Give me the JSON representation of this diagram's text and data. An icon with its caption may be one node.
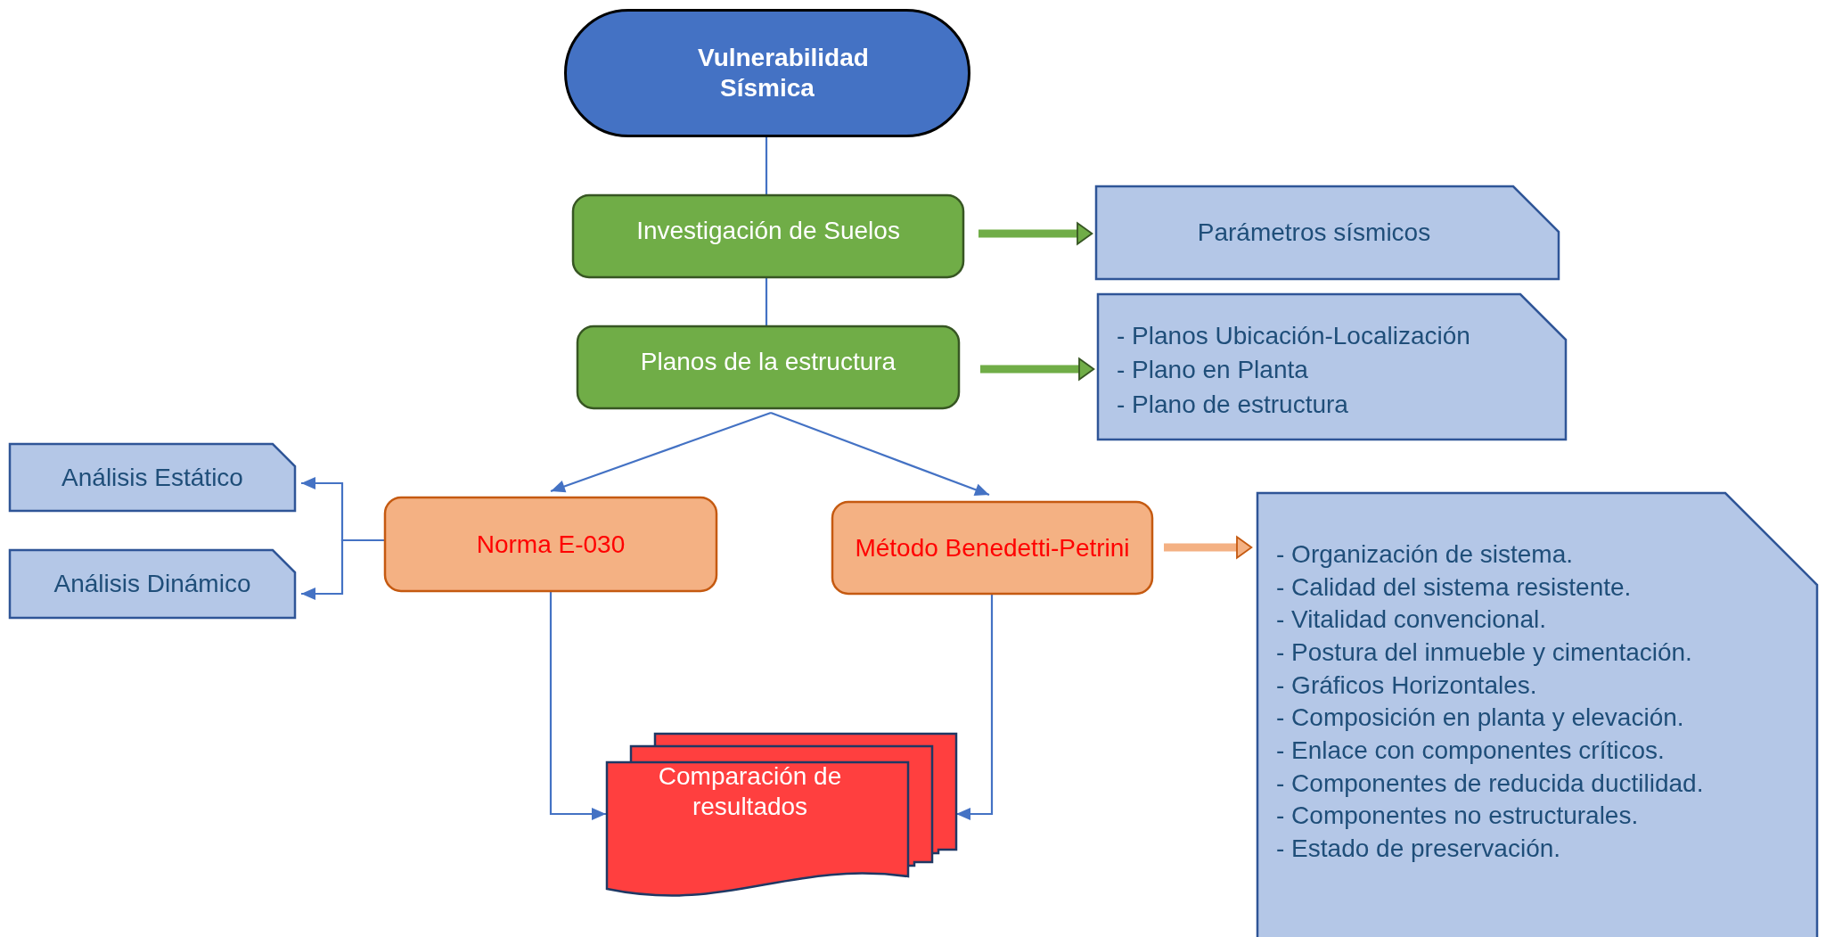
{
  "diagram": {
    "nodes": [
      {
        "text": [
          "Vulnerabilidad Sísmica"
        ]
      },
      {
        "text": [
          "Investigación de Suelos"
        ]
      },
      {
        "text": [
          "Parámetros sísmicos"
        ]
      },
      {
        "text": [
          "Planos de la estructura"
        ]
      },
      {
        "text": [
          "- Planos Ubicación-Localización",
          "- Plano en Planta",
          "- Plano de estructura"
        ]
      },
      {
        "text": [
          "Análisis Estático"
        ]
      },
      {
        "text": [
          "Análisis Dinámico"
        ]
      },
      {
        "text": [
          "Norma E-030"
        ]
      },
      {
        "text": [
          "Método Benedetti-Petrini"
        ]
      },
      {
        "text": [
          "- Organización de sistema.",
          "- Calidad del sistema resistente.",
          "- Vitalidad convencional.",
          "- Postura del inmueble y cimentación.",
          "- Gráficos Horizontales.",
          "- Composición en planta y elevación.",
          "- Enlace con componentes críticos.",
          "- Componentes de reducida ductilidad.",
          "- Componentes no estructurales.",
          "- Estado de preservación."
        ]
      },
      {
        "text": [
          "Comparación de resultados"
        ]
      }
    ],
    "edges": [
      {
        "from": 0,
        "to": 1,
        "arrow": "none"
      },
      {
        "from": 1,
        "to": 3,
        "arrow": "none"
      },
      {
        "from": 1,
        "to": 2,
        "arrow": "to",
        "style": "thick",
        "color": "#70ad47"
      },
      {
        "from": 3,
        "to": 4,
        "arrow": "to",
        "style": "thick",
        "color": "#70ad47"
      },
      {
        "from": 3,
        "to": 7,
        "arrow": "to"
      },
      {
        "from": 3,
        "to": 8,
        "arrow": "to"
      },
      {
        "from": 7,
        "to": 5,
        "arrow": "to"
      },
      {
        "from": 7,
        "to": 6,
        "arrow": "to"
      },
      {
        "from": 7,
        "to": 10,
        "arrow": "to"
      },
      {
        "from": 8,
        "to": 10,
        "arrow": "to"
      },
      {
        "from": 8,
        "to": 9,
        "arrow": "to",
        "style": "thick",
        "color": "#f4b183"
      }
    ]
  }
}
